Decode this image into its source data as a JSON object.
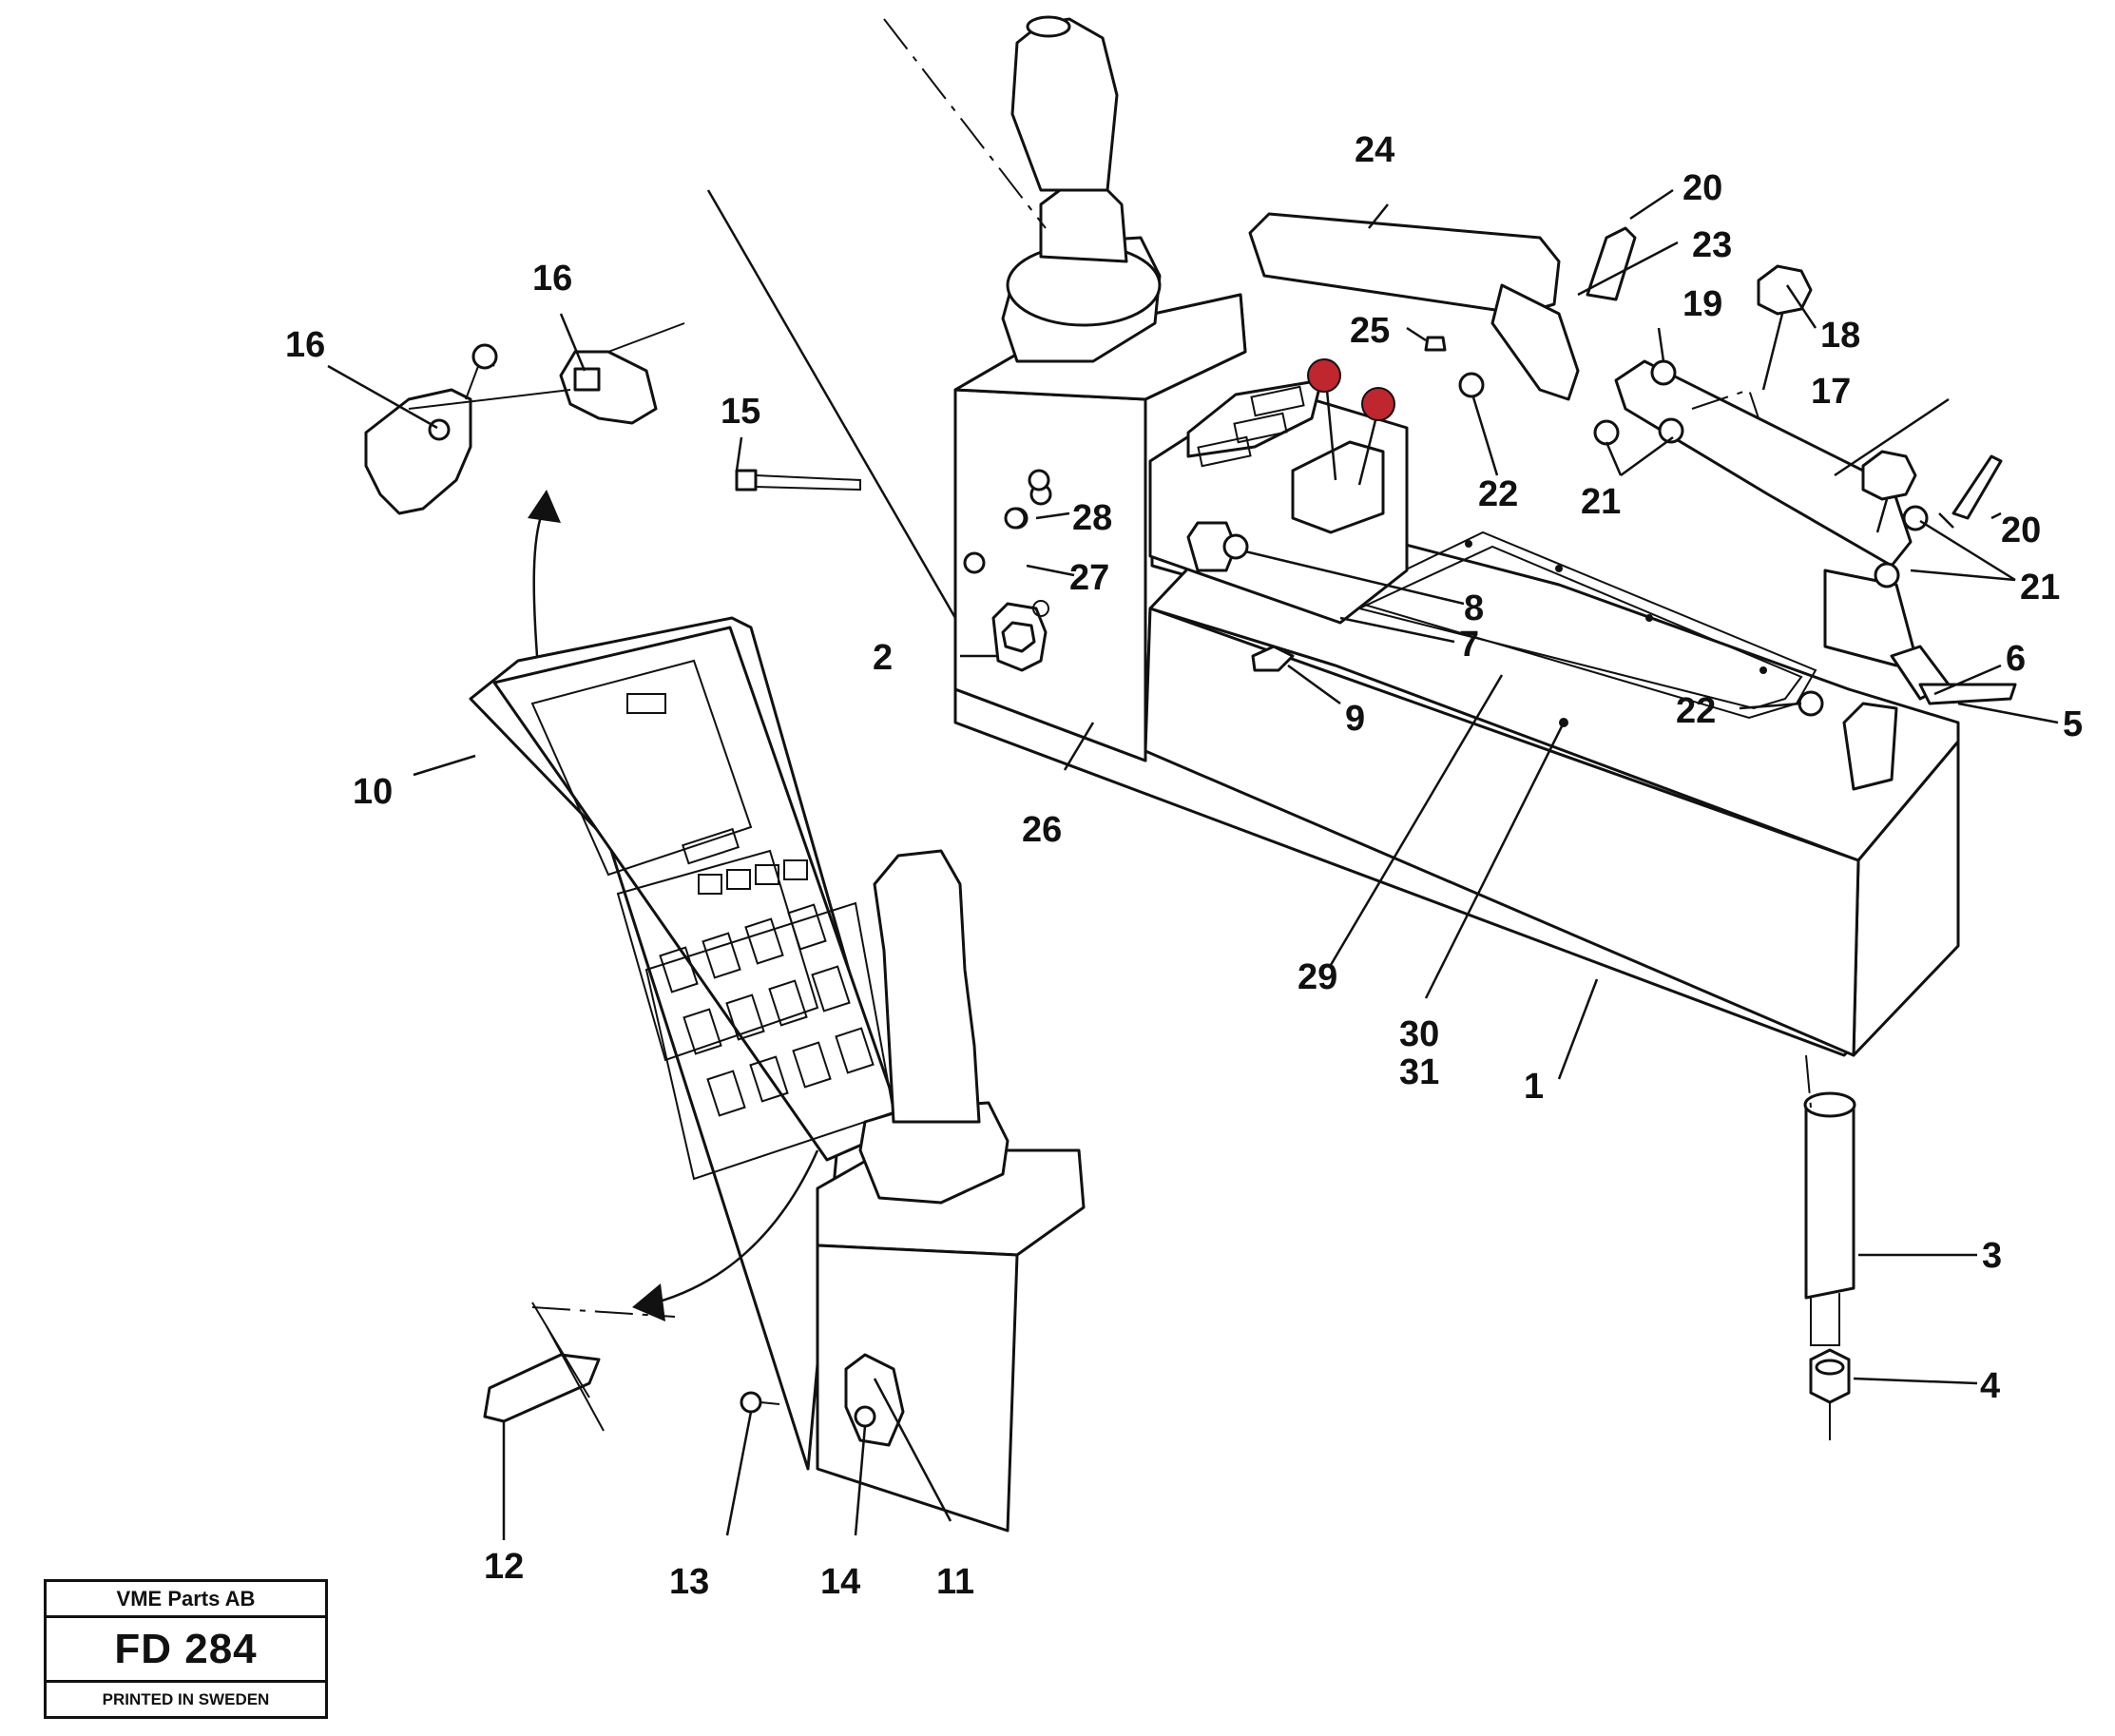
{
  "title_block": {
    "company": "VME Parts AB",
    "drawing_number": "FD 284",
    "printed_note": "PRINTED IN SWEDEN"
  },
  "callouts": {
    "c1": "1",
    "c2": "2",
    "c3": "3",
    "c4": "4",
    "c5": "5",
    "c6": "6",
    "c7": "7",
    "c8": "8",
    "c9": "9",
    "c10": "10",
    "c11": "11",
    "c12": "12",
    "c13": "13",
    "c14": "14",
    "c15": "15",
    "c16a": "16",
    "c16b": "16",
    "c17": "17",
    "c18": "18",
    "c19": "19",
    "c20a": "20",
    "c20b": "20",
    "c21a": "21",
    "c21b": "21",
    "c22a": "22",
    "c22b": "22",
    "c23": "23",
    "c24": "24",
    "c25": "25",
    "c26": "26",
    "c27": "27",
    "c28": "28",
    "c29": "29",
    "c30": "30",
    "c31": "31"
  },
  "colors": {
    "line": "#111111",
    "lever_knob": "#c0262d",
    "background": "#ffffff"
  }
}
